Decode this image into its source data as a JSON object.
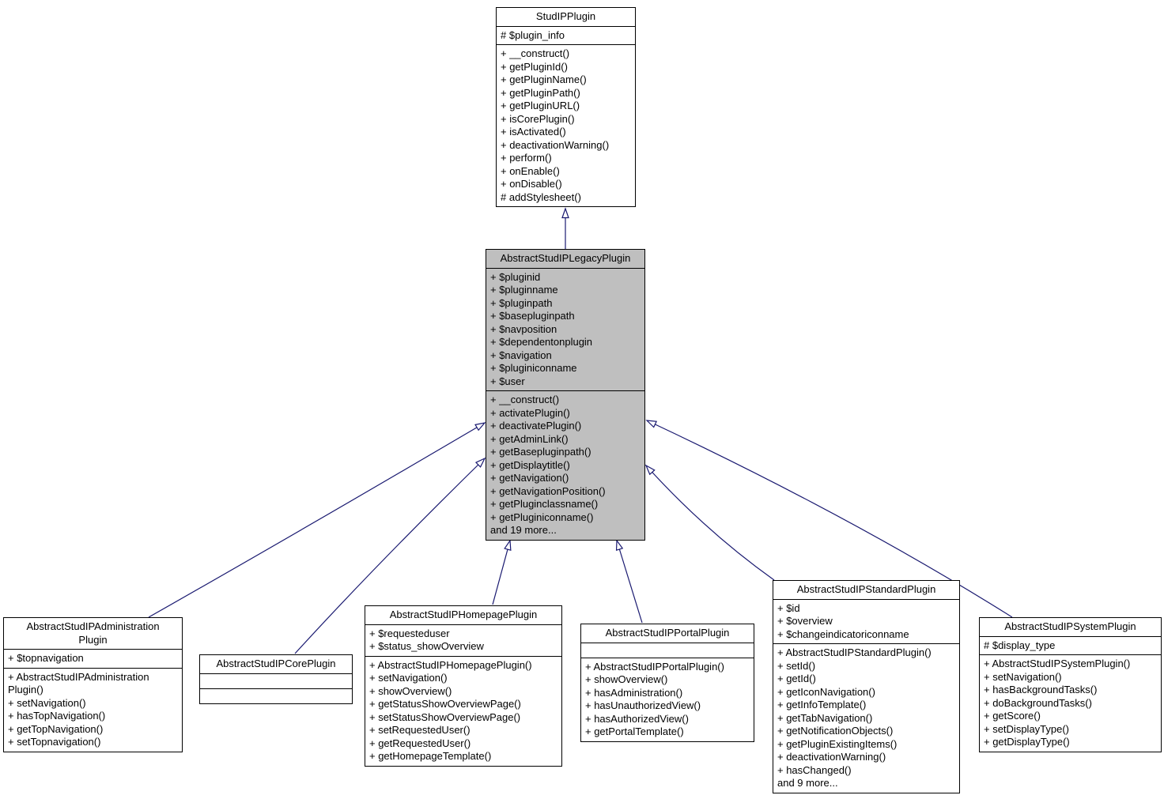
{
  "colors": {
    "arrow": "#191970",
    "highlight_fill": "#bfbfbf",
    "box_fill": "#ffffff",
    "border": "#000000",
    "text": "#000000",
    "background": "#ffffff"
  },
  "classes": [
    {
      "name": "StudIPPlugin",
      "attributes": [
        "# $plugin_info"
      ],
      "methods": [
        "+ __construct()",
        "+ getPluginId()",
        "+ getPluginName()",
        "+ getPluginPath()",
        "+ getPluginURL()",
        "+ isCorePlugin()",
        "+ isActivated()",
        "+ deactivationWarning()",
        "+ perform()",
        "+ onEnable()",
        "+ onDisable()",
        "# addStylesheet()"
      ]
    },
    {
      "name": "AbstractStudIPLegacyPlugin",
      "attributes": [
        "+ $pluginid",
        "+ $pluginname",
        "+ $pluginpath",
        "+ $basepluginpath",
        "+ $navposition",
        "+ $dependentonplugin",
        "+ $navigation",
        "+ $pluginiconname",
        "+ $user"
      ],
      "methods": [
        "+ __construct()",
        "+ activatePlugin()",
        "+ deactivatePlugin()",
        "+ getAdminLink()",
        "+ getBasepluginpath()",
        "+ getDisplaytitle()",
        "+ getNavigation()",
        "+ getNavigationPosition()",
        "+ getPluginclassname()",
        "+ getPluginiconname()",
        "and 19 more..."
      ]
    },
    {
      "name": "AbstractStudIPAdministration\nPlugin",
      "attributes": [
        "+ $topnavigation"
      ],
      "methods": [
        "+ AbstractStudIPAdministration\nPlugin()",
        "+ setNavigation()",
        "+ hasTopNavigation()",
        "+ getTopNavigation()",
        "+ setTopnavigation()"
      ]
    },
    {
      "name": "AbstractStudIPCorePlugin",
      "attributes": [],
      "methods": []
    },
    {
      "name": "AbstractStudIPHomepagePlugin",
      "attributes": [
        "+ $requesteduser",
        "+ $status_showOverview"
      ],
      "methods": [
        "+ AbstractStudIPHomepagePlugin()",
        "+ setNavigation()",
        "+ showOverview()",
        "+ getStatusShowOverviewPage()",
        "+ setStatusShowOverviewPage()",
        "+ setRequestedUser()",
        "+ getRequestedUser()",
        "+ getHomepageTemplate()"
      ]
    },
    {
      "name": "AbstractStudIPPortalPlugin",
      "attributes": [],
      "methods": [
        "+ AbstractStudIPPortalPlugin()",
        "+ showOverview()",
        "+ hasAdministration()",
        "+ hasUnauthorizedView()",
        "+ hasAuthorizedView()",
        "+ getPortalTemplate()"
      ]
    },
    {
      "name": "AbstractStudIPStandardPlugin",
      "attributes": [
        "+ $id",
        "+ $overview",
        "+ $changeindicatoriconname"
      ],
      "methods": [
        "+ AbstractStudIPStandardPlugin()",
        "+ setId()",
        "+ getId()",
        "+ getIconNavigation()",
        "+ getInfoTemplate()",
        "+ getTabNavigation()",
        "+ getNotificationObjects()",
        "+ getPluginExistingItems()",
        "+ deactivationWarning()",
        "+ hasChanged()",
        "and 9 more..."
      ]
    },
    {
      "name": "AbstractStudIPSystemPlugin",
      "attributes": [
        "# $display_type"
      ],
      "methods": [
        "+ AbstractStudIPSystemPlugin()",
        "+ setNavigation()",
        "+ hasBackgroundTasks()",
        "+ doBackgroundTasks()",
        "+ getScore()",
        "+ setDisplayType()",
        "+ getDisplayType()"
      ]
    }
  ],
  "inheritance": [
    {
      "child": "AbstractStudIPLegacyPlugin",
      "parent": "StudIPPlugin"
    },
    {
      "child": "AbstractStudIPAdministrationPlugin",
      "parent": "AbstractStudIPLegacyPlugin"
    },
    {
      "child": "AbstractStudIPCorePlugin",
      "parent": "AbstractStudIPLegacyPlugin"
    },
    {
      "child": "AbstractStudIPHomepagePlugin",
      "parent": "AbstractStudIPLegacyPlugin"
    },
    {
      "child": "AbstractStudIPPortalPlugin",
      "parent": "AbstractStudIPLegacyPlugin"
    },
    {
      "child": "AbstractStudIPStandardPlugin",
      "parent": "AbstractStudIPLegacyPlugin"
    },
    {
      "child": "AbstractStudIPSystemPlugin",
      "parent": "AbstractStudIPLegacyPlugin"
    }
  ]
}
